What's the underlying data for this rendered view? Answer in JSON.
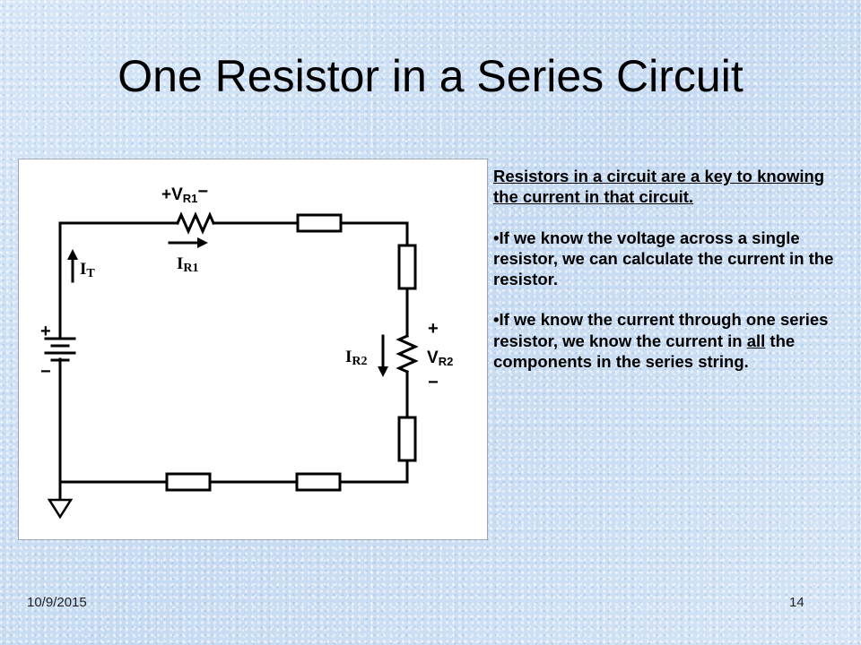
{
  "slide": {
    "title": "One Resistor in a Series Circuit",
    "date": "10/9/2015",
    "page_number": "14"
  },
  "diagram": {
    "battery_plus": "+",
    "battery_minus": "−",
    "total_current_symbol": "I",
    "total_current_sub": "T",
    "r1_voltage_plus": "+",
    "r1_voltage_symbol": "V",
    "r1_voltage_sub": "R1",
    "r1_voltage_minus": "−",
    "r1_current_symbol": "I",
    "r1_current_sub": "R1",
    "r2_current_symbol": "I",
    "r2_current_sub": "R2",
    "r2_voltage_plus": "+",
    "r2_voltage_symbol": "V",
    "r2_voltage_sub": "R2",
    "r2_voltage_minus": "−"
  },
  "notes": {
    "intro": "Resistors in a circuit are a key to knowing the current in that circuit.",
    "bullet1": "•If we know the voltage across a single resistor, we can calculate the current in the resistor.",
    "bullet2_before": "•If we know the current through one  series resistor,  we know the current in ",
    "bullet2_emph": "all",
    "bullet2_after": " the components in the series string."
  }
}
